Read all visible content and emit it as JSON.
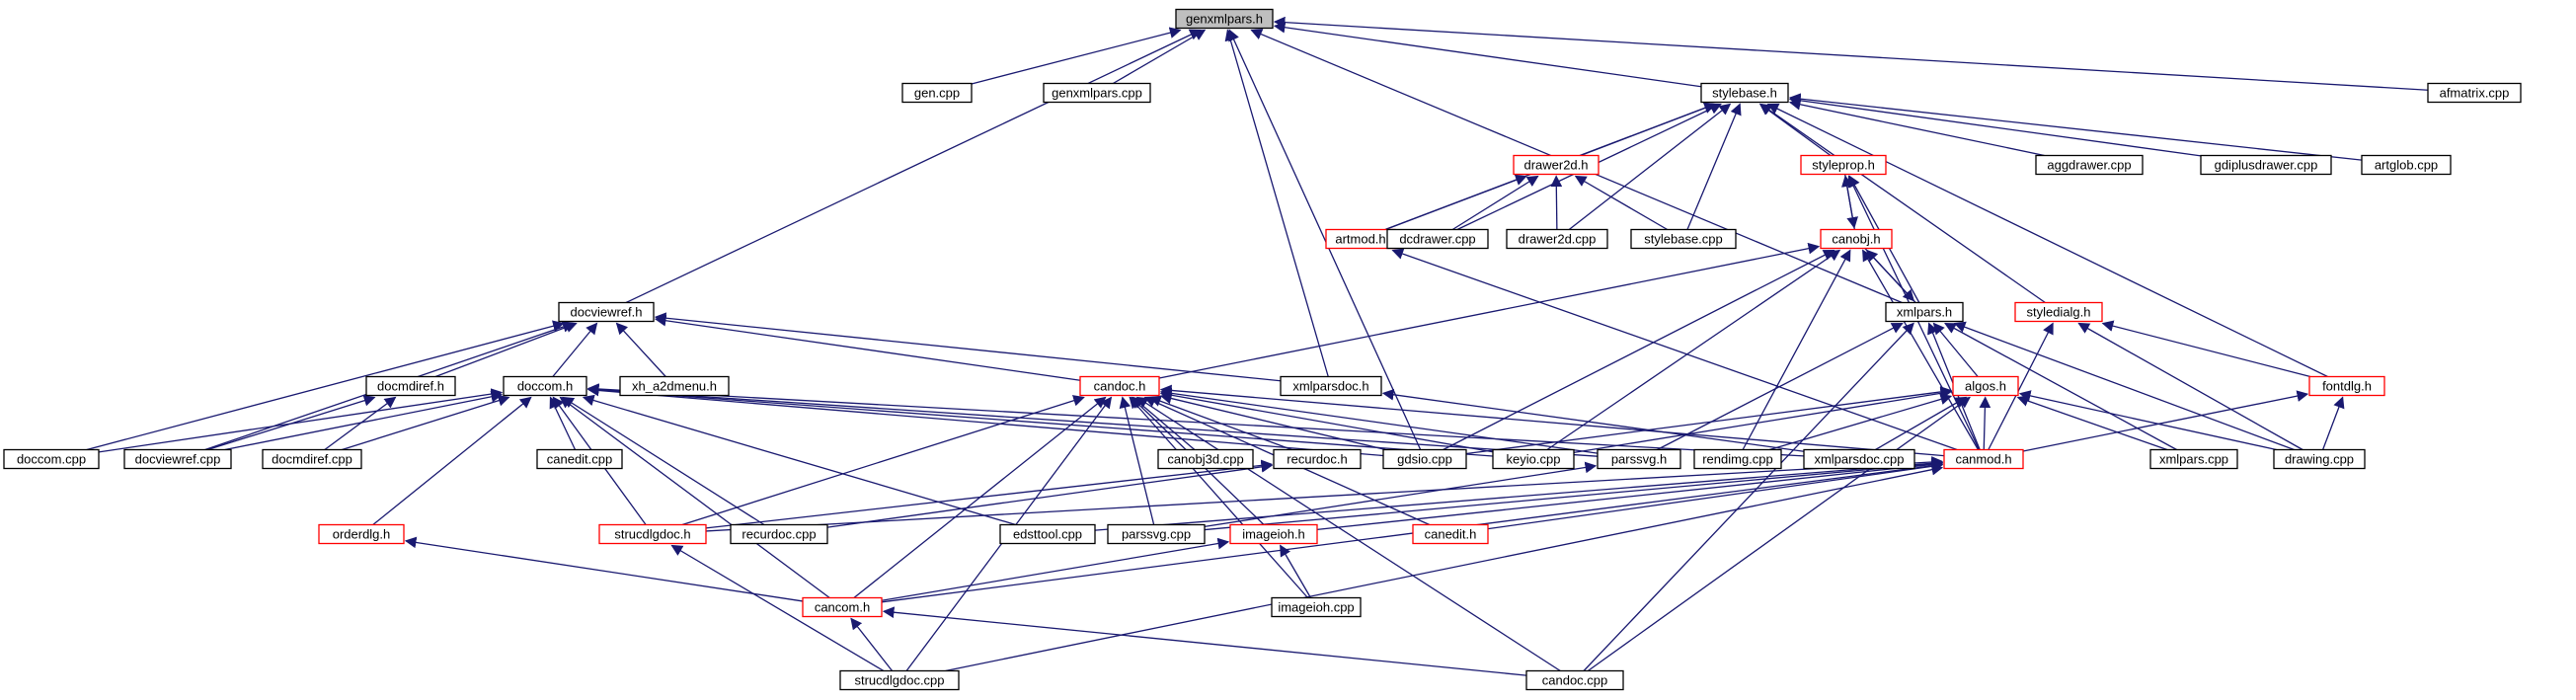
{
  "diagram": {
    "colors": {
      "edge": "#191970",
      "node_default_border": "#000000",
      "node_incomplete_border": "#ff0000",
      "root_fill": "#bfbfbf",
      "node_fill": "#ffffff"
    },
    "nodes": [
      {
        "id": "genxmlpars_h",
        "label": "genxmlpars.h",
        "style": "root"
      },
      {
        "id": "gen_cpp",
        "label": "gen.cpp",
        "style": "normal"
      },
      {
        "id": "genxmlpars_cpp",
        "label": "genxmlpars.cpp",
        "style": "normal"
      },
      {
        "id": "stylebase_h",
        "label": "stylebase.h",
        "style": "normal"
      },
      {
        "id": "afmatrix_cpp",
        "label": "afmatrix.cpp",
        "style": "normal"
      },
      {
        "id": "drawer2d_h",
        "label": "drawer2d.h",
        "style": "red"
      },
      {
        "id": "styleprop_h",
        "label": "styleprop.h",
        "style": "red"
      },
      {
        "id": "aggdrawer_cpp",
        "label": "aggdrawer.cpp",
        "style": "normal"
      },
      {
        "id": "gdiplusdrawer_cpp",
        "label": "gdiplusdrawer.cpp",
        "style": "normal"
      },
      {
        "id": "artglob_cpp",
        "label": "artglob.cpp",
        "style": "normal"
      },
      {
        "id": "artmod_h",
        "label": "artmod.h",
        "style": "red"
      },
      {
        "id": "dcdrawer_cpp",
        "label": "dcdrawer.cpp",
        "style": "normal"
      },
      {
        "id": "drawer2d_cpp",
        "label": "drawer2d.cpp",
        "style": "normal"
      },
      {
        "id": "stylebase_cpp",
        "label": "stylebase.cpp",
        "style": "normal"
      },
      {
        "id": "canobj_h",
        "label": "canobj.h",
        "style": "red"
      },
      {
        "id": "docviewref_h",
        "label": "docviewref.h",
        "style": "normal"
      },
      {
        "id": "xmlpars_h",
        "label": "xmlpars.h",
        "style": "normal"
      },
      {
        "id": "styledialg_h",
        "label": "styledialg.h",
        "style": "red"
      },
      {
        "id": "docmdiref_h",
        "label": "docmdiref.h",
        "style": "normal"
      },
      {
        "id": "doccom_h",
        "label": "doccom.h",
        "style": "normal"
      },
      {
        "id": "xh_a2dmenu_h",
        "label": "xh_a2dmenu.h",
        "style": "normal"
      },
      {
        "id": "candoc_h",
        "label": "candoc.h",
        "style": "red"
      },
      {
        "id": "xmlparsdoc_h",
        "label": "xmlparsdoc.h",
        "style": "normal"
      },
      {
        "id": "algos_h",
        "label": "algos.h",
        "style": "red"
      },
      {
        "id": "fontdlg_h",
        "label": "fontdlg.h",
        "style": "red"
      },
      {
        "id": "doccom_cpp",
        "label": "doccom.cpp",
        "style": "normal"
      },
      {
        "id": "docviewref_cpp",
        "label": "docviewref.cpp",
        "style": "normal"
      },
      {
        "id": "docmdiref_cpp",
        "label": "docmdiref.cpp",
        "style": "normal"
      },
      {
        "id": "canedit_cpp",
        "label": "canedit.cpp",
        "style": "normal"
      },
      {
        "id": "canobj3d_cpp",
        "label": "canobj3d.cpp",
        "style": "normal"
      },
      {
        "id": "recurdoc_h",
        "label": "recurdoc.h",
        "style": "normal"
      },
      {
        "id": "gdsio_cpp",
        "label": "gdsio.cpp",
        "style": "normal"
      },
      {
        "id": "keyio_cpp",
        "label": "keyio.cpp",
        "style": "normal"
      },
      {
        "id": "parssvg_h",
        "label": "parssvg.h",
        "style": "normal"
      },
      {
        "id": "rendimg_cpp",
        "label": "rendimg.cpp",
        "style": "normal"
      },
      {
        "id": "xmlparsdoc_cpp",
        "label": "xmlparsdoc.cpp",
        "style": "normal"
      },
      {
        "id": "canmod_h",
        "label": "canmod.h",
        "style": "red"
      },
      {
        "id": "xmlpars_cpp",
        "label": "xmlpars.cpp",
        "style": "normal"
      },
      {
        "id": "drawing_cpp",
        "label": "drawing.cpp",
        "style": "normal"
      },
      {
        "id": "orderdlg_h",
        "label": "orderdlg.h",
        "style": "red"
      },
      {
        "id": "strucdlgdoc_h",
        "label": "strucdlgdoc.h",
        "style": "red"
      },
      {
        "id": "recurdoc_cpp",
        "label": "recurdoc.cpp",
        "style": "normal"
      },
      {
        "id": "edsttool_cpp",
        "label": "edsttool.cpp",
        "style": "normal"
      },
      {
        "id": "parssvg_cpp",
        "label": "parssvg.cpp",
        "style": "normal"
      },
      {
        "id": "imageioh_h",
        "label": "imageioh.h",
        "style": "red"
      },
      {
        "id": "canedit_h",
        "label": "canedit.h",
        "style": "red"
      },
      {
        "id": "cancom_h",
        "label": "cancom.h",
        "style": "red"
      },
      {
        "id": "imageioh_cpp",
        "label": "imageioh.cpp",
        "style": "normal"
      },
      {
        "id": "strucdlgdoc_cpp",
        "label": "strucdlgdoc.cpp",
        "style": "normal"
      },
      {
        "id": "candoc_cpp",
        "label": "candoc.cpp",
        "style": "normal"
      }
    ]
  }
}
